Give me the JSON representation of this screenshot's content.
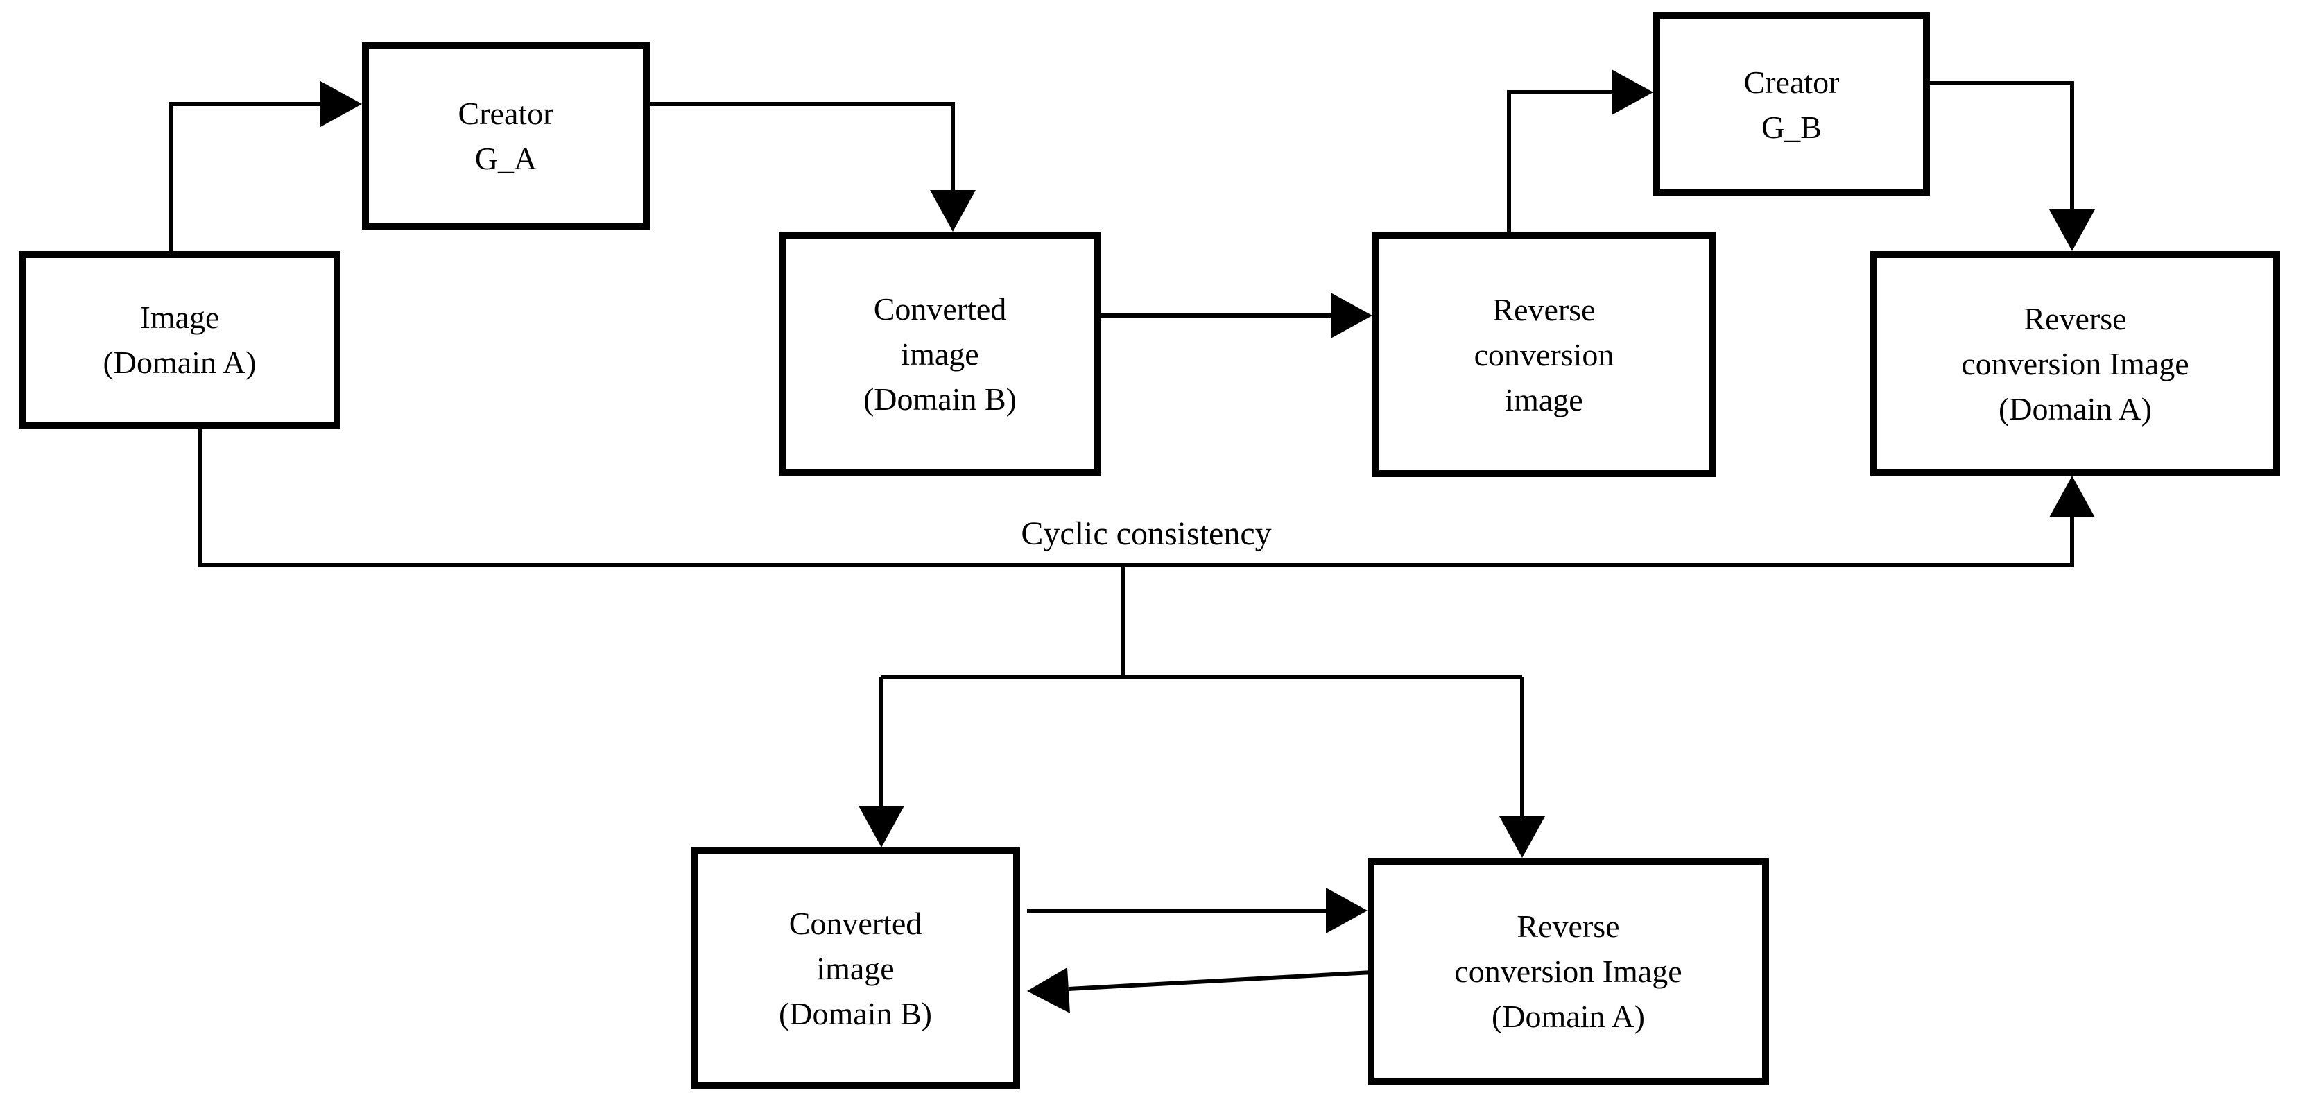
{
  "diagram": {
    "background_color": "#ffffff",
    "ink_color": "#000000",
    "nodes": {
      "image_domain_a": {
        "lines": [
          "Image",
          "(Domain A)"
        ]
      },
      "creator_ga": {
        "lines": [
          "Creator",
          "G_A"
        ]
      },
      "converted_image_b_top": {
        "lines": [
          "Converted",
          "image",
          "(Domain B)"
        ]
      },
      "reverse_conversion_image": {
        "lines": [
          "Reverse",
          "conversion",
          "image"
        ]
      },
      "creator_gb": {
        "lines": [
          "Creator",
          "G_B"
        ]
      },
      "reverse_conversion_image_a_top": {
        "lines": [
          "Reverse",
          "conversion Image",
          "(Domain A)"
        ]
      },
      "converted_image_b_bottom": {
        "lines": [
          "Converted",
          "image",
          "(Domain B)"
        ]
      },
      "reverse_conversion_image_a_bottom": {
        "lines": [
          "Reverse",
          "conversion Image",
          "(Domain A)"
        ]
      }
    },
    "labels": {
      "cyclic_consistency": "Cyclic consistency"
    }
  }
}
